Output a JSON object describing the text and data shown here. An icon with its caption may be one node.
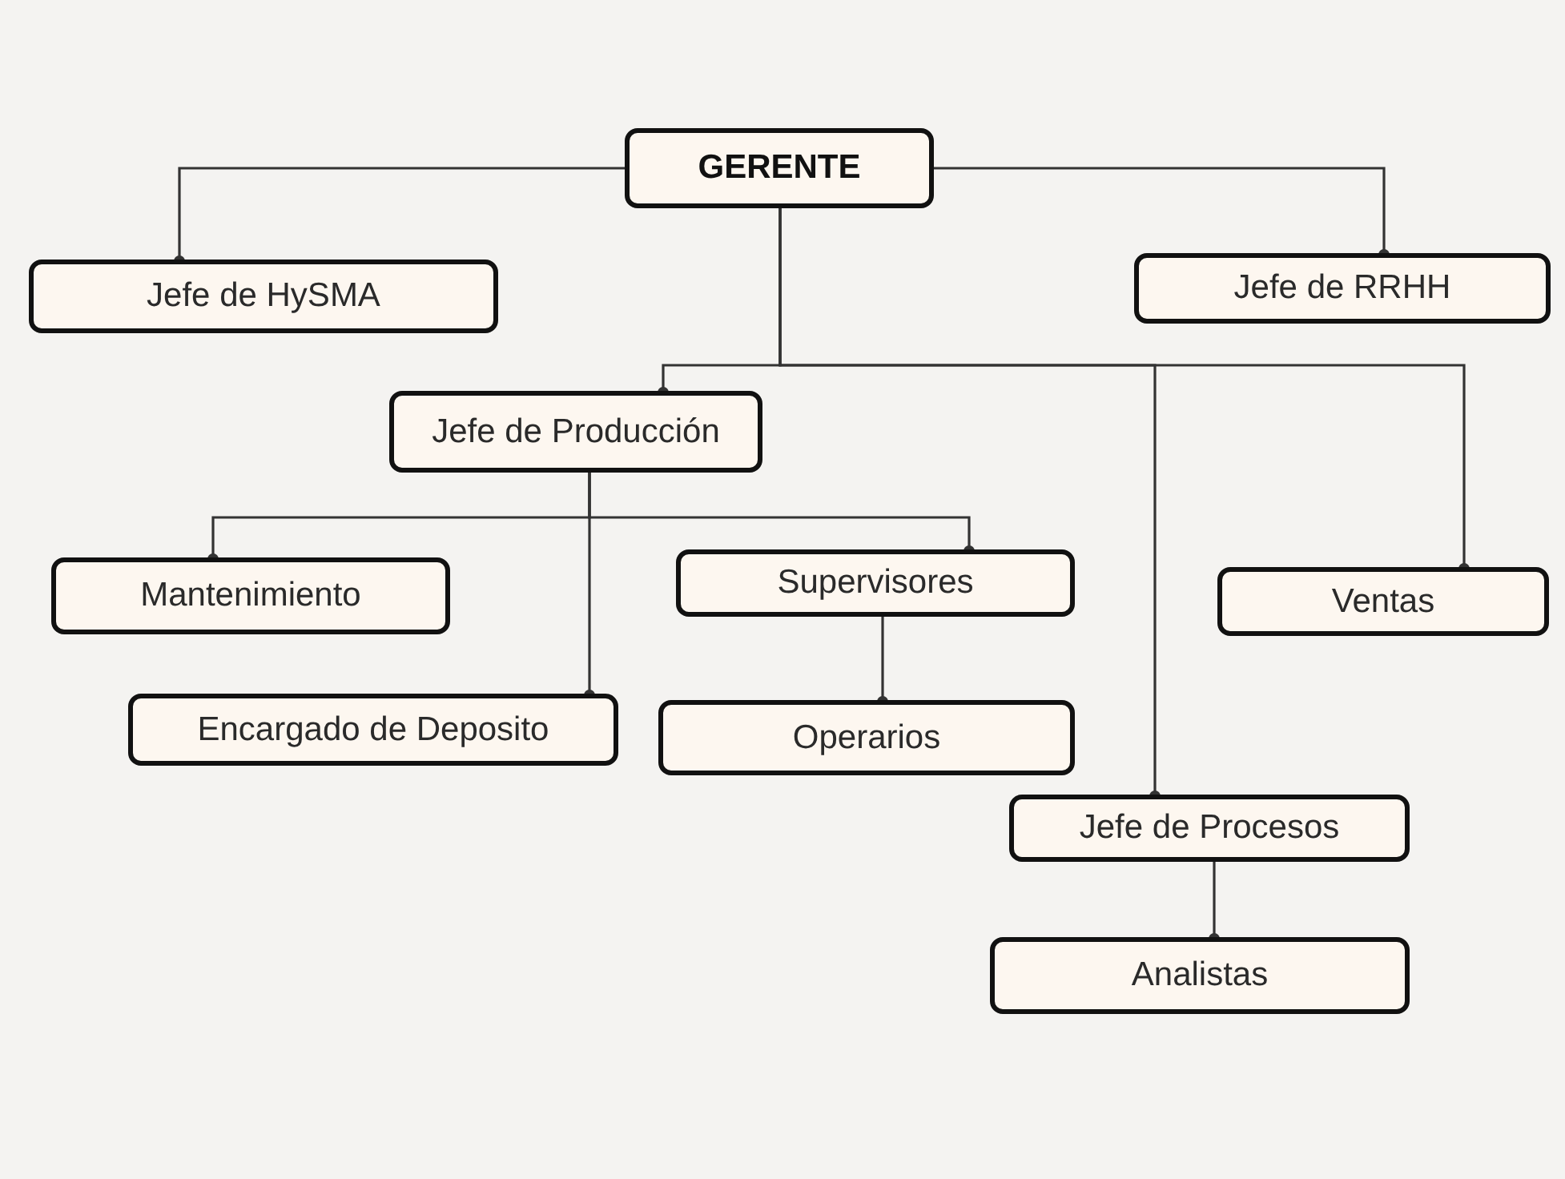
{
  "diagram": {
    "nodes": [
      {
        "text": [
          "GERENTE"
        ]
      },
      {
        "text": [
          "Jefe de HySMA"
        ]
      },
      {
        "text": [
          "Jefe de RRHH"
        ]
      },
      {
        "text": [
          "Jefe de Producción"
        ]
      },
      {
        "text": [
          "Mantenimiento"
        ]
      },
      {
        "text": [
          "Supervisores"
        ]
      },
      {
        "text": [
          "Ventas"
        ]
      },
      {
        "text": [
          "Encargado de Deposito"
        ]
      },
      {
        "text": [
          "Operarios"
        ]
      },
      {
        "text": [
          "Jefe de Procesos"
        ]
      },
      {
        "text": [
          "Analistas"
        ]
      }
    ],
    "edges": [
      {
        "from": 0,
        "to": 1,
        "arrow": "other"
      },
      {
        "from": 0,
        "to": 2,
        "arrow": "other"
      },
      {
        "from": 0,
        "to": 3,
        "arrow": "other"
      },
      {
        "from": 0,
        "to": 9,
        "arrow": "other"
      },
      {
        "from": 0,
        "to": 6,
        "arrow": "other"
      },
      {
        "from": 3,
        "to": 4,
        "arrow": "other"
      },
      {
        "from": 3,
        "to": 5,
        "arrow": "other"
      },
      {
        "from": 3,
        "to": 7,
        "arrow": "other"
      },
      {
        "from": 5,
        "to": 8,
        "arrow": "other"
      },
      {
        "from": 9,
        "to": 10,
        "arrow": "other"
      }
    ]
  }
}
